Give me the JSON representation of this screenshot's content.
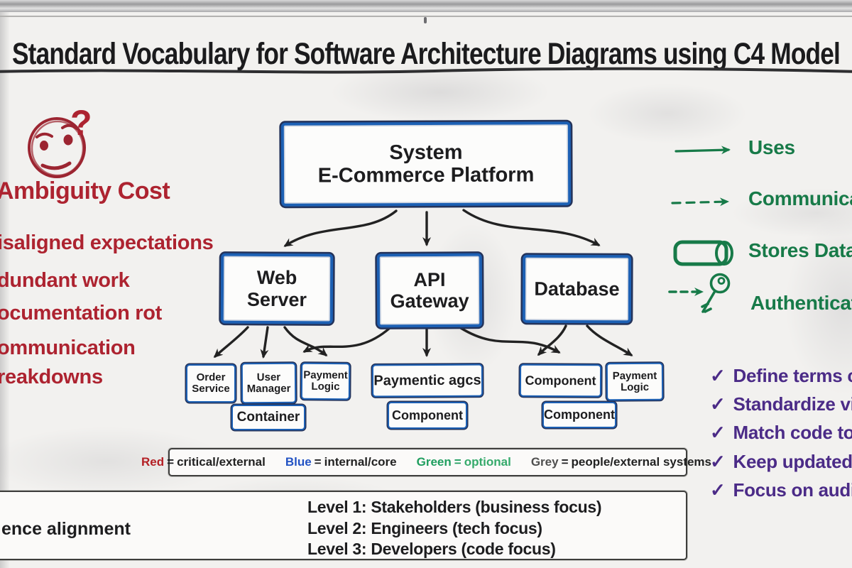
{
  "title": {
    "text": "Standard Vocabulary for Software Architecture Diagrams using C4 Model"
  },
  "ambiguity_section": {
    "color": "#ad2330",
    "question_mark": "?",
    "heading": "Ambiguity Cost",
    "lines": [
      "isaligned expectations",
      "dundant work",
      "ocumentation rot",
      "ommunication",
      "reakdowns"
    ]
  },
  "diagram": {
    "box_color": "#1c60b4",
    "system": {
      "line1": "System",
      "line2": "E-Commerce Platform"
    },
    "web_server": {
      "line1": "Web",
      "line2": "Server"
    },
    "api_gateway": {
      "line1": "API",
      "line2": "Gateway"
    },
    "database": {
      "label": "Database"
    },
    "order_service": {
      "line1": "Order",
      "line2": "Service"
    },
    "user_manager": {
      "line1": "User",
      "line2": "Manager"
    },
    "payment_logic_web": {
      "line1": "Payment",
      "line2": "Logic"
    },
    "container": {
      "label": "Container"
    },
    "paymentic_agcs": {
      "label": "Paymentic agcs"
    },
    "component_api": {
      "label": "Component"
    },
    "component_db_top": {
      "label": "Component"
    },
    "payment_logic_db": {
      "line1": "Payment",
      "line2": "Logic"
    },
    "component_db_bottom": {
      "label": "Component"
    }
  },
  "relationship_legend": {
    "color": "#177a48",
    "items": [
      {
        "icon": "solid-arrow-icon",
        "label": "Uses"
      },
      {
        "icon": "dashed-arrow-icon",
        "label": "Communicates"
      },
      {
        "icon": "cylinder-icon",
        "label": "Stores Data"
      },
      {
        "icon": "key-icon",
        "label": "Authenticates"
      }
    ]
  },
  "checklist": {
    "color": "#4b2b87",
    "check": "✓",
    "items": [
      "Define terms c",
      "Standardize vi",
      "Match code to",
      "Keep updated",
      "Focus on audie"
    ]
  },
  "color_legend": {
    "entries": [
      {
        "term": "Red",
        "sep": "=",
        "desc": "critical/external",
        "term_color": "#b42025",
        "desc_color": "#222222"
      },
      {
        "term": "Blue",
        "sep": "=",
        "desc": "internal/core",
        "term_color": "#2353c4",
        "desc_color": "#222222"
      },
      {
        "term": "Green",
        "sep": "=",
        "desc": "optional",
        "term_color": "#1f9e5f",
        "desc_color": "#35aa6b"
      },
      {
        "term": "Grey",
        "sep": "=",
        "desc": "people/external systems",
        "term_color": "#4f4f4f",
        "desc_color": "#222222"
      }
    ]
  },
  "levels": {
    "side_note": "ence alignment",
    "lines": [
      "Level 1: Stakeholders (business focus)",
      "Level 2: Engineers (tech focus)",
      "Level 3: Developers (code focus)"
    ]
  }
}
